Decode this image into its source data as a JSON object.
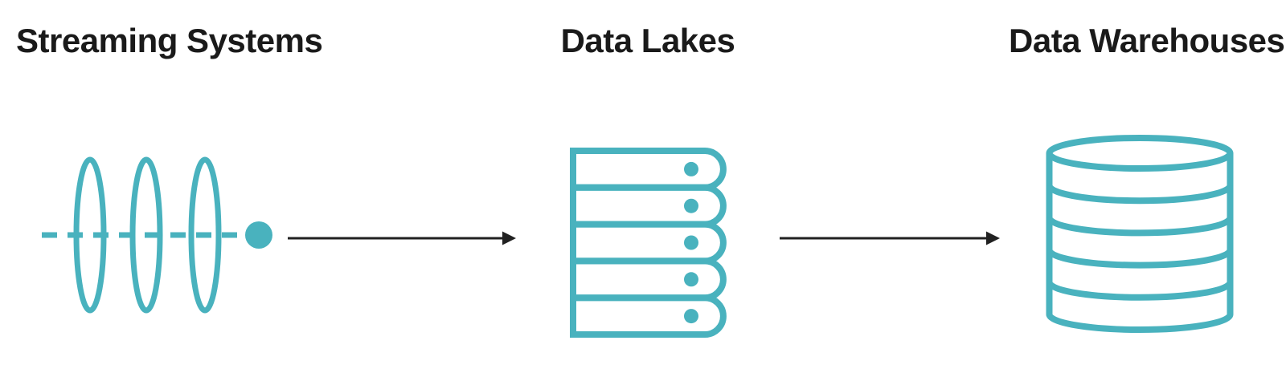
{
  "colors": {
    "accent": "#49B2BE",
    "arrow": "#212121",
    "text": "#1A1A1A",
    "background": "#FFFFFF"
  },
  "diagram": {
    "nodes": [
      {
        "id": "streaming-systems",
        "label": "Streaming Systems",
        "icon": "stream-pipeline-icon"
      },
      {
        "id": "data-lakes",
        "label": "Data Lakes",
        "icon": "stacked-layers-icon"
      },
      {
        "id": "data-warehouses",
        "label": "Data Warehouses",
        "icon": "database-cylinder-icon"
      }
    ],
    "edges": [
      {
        "from": "streaming-systems",
        "to": "data-lakes",
        "direction": "right"
      },
      {
        "from": "data-lakes",
        "to": "data-warehouses",
        "direction": "right"
      }
    ]
  }
}
